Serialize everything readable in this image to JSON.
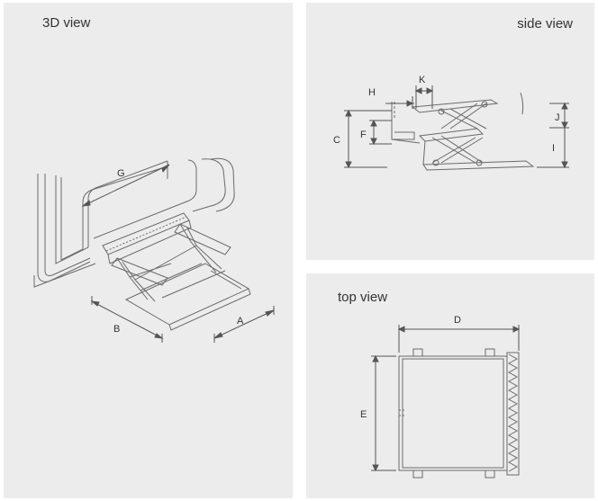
{
  "views": {
    "three_d": {
      "title": "3D view",
      "labels": {
        "g": "G",
        "b": "B",
        "a": "A"
      }
    },
    "side": {
      "title": "side view",
      "labels": {
        "h": "H",
        "k": "K",
        "c": "C",
        "f": "F",
        "j": "J",
        "i": "I"
      }
    },
    "top": {
      "title": "top view",
      "labels": {
        "d": "D",
        "e": "E"
      }
    }
  },
  "colors": {
    "panel_bg": "#ececec",
    "line": "#555555",
    "text": "#333333"
  }
}
